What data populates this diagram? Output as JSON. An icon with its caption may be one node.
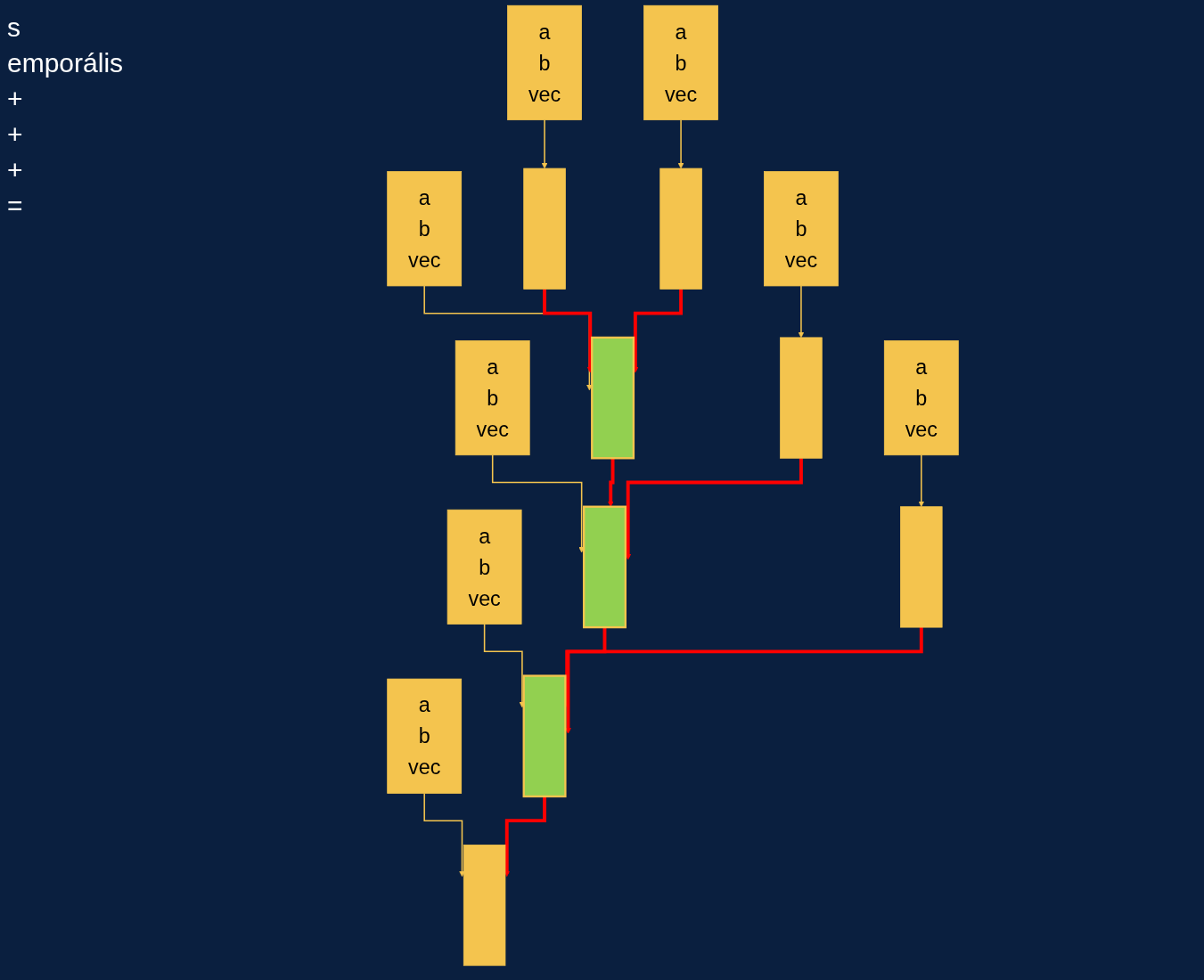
{
  "diagram": {
    "nodes": [
      {
        "text": [
          "a",
          "b",
          "vec"
        ]
      },
      {
        "text": [],
        "shape": "bar"
      },
      {
        "text": [
          "a",
          "b",
          "vec"
        ]
      },
      {
        "text": [],
        "shape": "bar"
      },
      {
        "text": [
          "a",
          "b",
          "vec"
        ]
      },
      {
        "text": [],
        "shape": "bar"
      },
      {
        "text": [
          "a",
          "b",
          "vec"
        ]
      },
      {
        "text": [],
        "shape": "bar"
      },
      {
        "text": [
          "a",
          "b",
          "vec"
        ]
      },
      {
        "text": [],
        "shape": "bar"
      },
      {
        "text": [
          "a",
          "b",
          "vec"
        ]
      },
      {
        "text": [],
        "shape": "bar"
      },
      {
        "text": [
          "a",
          "b",
          "vec"
        ]
      },
      {
        "text": [],
        "shape": "bar"
      },
      {
        "text": [
          "a",
          "b",
          "vec"
        ]
      },
      {
        "text": [],
        "shape": "bar"
      }
    ],
    "edges": [
      {
        "from": 0,
        "to": 1,
        "arrow": "to"
      },
      {
        "from": 2,
        "to": 3,
        "arrow": "to"
      },
      {
        "from": 4,
        "to": 5,
        "arrow": "to"
      },
      {
        "from": 6,
        "to": 7,
        "arrow": "to"
      },
      {
        "from": 8,
        "to": 9,
        "arrow": "to"
      },
      {
        "from": 10,
        "to": 11,
        "arrow": "to"
      },
      {
        "from": 12,
        "to": 13,
        "arrow": "to"
      },
      {
        "from": 14,
        "to": 15,
        "arrow": "to"
      },
      {
        "from": 1,
        "to": 9,
        "arrow": "to",
        "style": "thick",
        "color": "#ff0000"
      },
      {
        "from": 3,
        "to": 9,
        "arrow": "to",
        "style": "thick",
        "color": "#ff0000"
      },
      {
        "from": 9,
        "to": 11,
        "arrow": "to",
        "style": "thick",
        "color": "#ff0000"
      },
      {
        "from": 5,
        "to": 11,
        "arrow": "to",
        "style": "thick",
        "color": "#ff0000"
      },
      {
        "from": 11,
        "to": 13,
        "arrow": "to",
        "style": "thick",
        "color": "#ff0000"
      },
      {
        "from": 7,
        "to": 13,
        "arrow": "to",
        "style": "thick",
        "color": "#ff0000"
      },
      {
        "from": 13,
        "to": 15,
        "arrow": "to",
        "style": "thick",
        "color": "#ff0000"
      }
    ],
    "labels": [
      "s",
      "emporális",
      "+",
      "+",
      "+",
      "="
    ]
  }
}
